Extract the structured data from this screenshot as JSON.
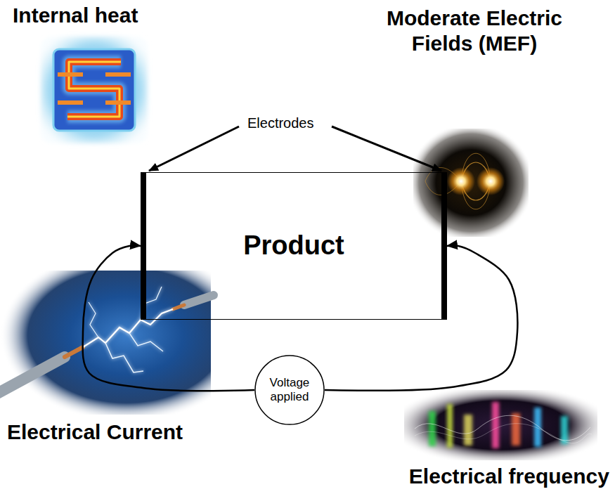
{
  "diagram": {
    "nodes": [
      {
        "text": [
          "Product"
        ]
      },
      {
        "text": [
          "Voltage applied"
        ]
      }
    ],
    "edges": [
      {
        "from": 1,
        "to": 0,
        "arrow": "to"
      },
      {
        "from": 1,
        "to": 0,
        "arrow": "to"
      }
    ],
    "labels": [
      "Internal heat",
      "Moderate Electric Fields (MEF)",
      "Electrodes",
      "Electrical Current",
      "Electrical frequency"
    ]
  }
}
